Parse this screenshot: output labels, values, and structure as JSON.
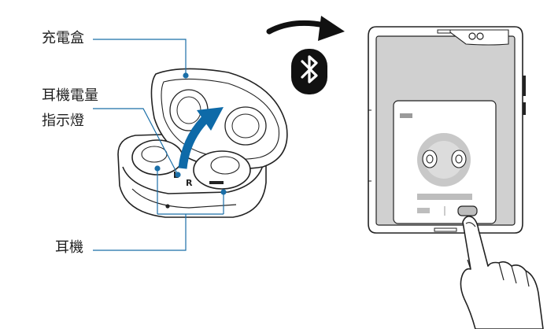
{
  "labels": {
    "charging_case": "充電盒",
    "led_line1": "耳機電量",
    "led_line2": "指示燈",
    "earbuds": "耳機"
  },
  "case_marks": {
    "left": "L",
    "right": "R"
  },
  "icons": {
    "bluetooth": "bluetooth-icon",
    "arrow": "curved-arrow-icon",
    "hand": "pointing-hand-icon"
  },
  "colors": {
    "callout_line": "#1b6fa8",
    "arrow_blue": "#0e6aa8",
    "bluetooth_bg": "#111111",
    "phone_screen": "#d0d0d0",
    "popup_bg": "#ffffff",
    "outline": "#222222"
  }
}
